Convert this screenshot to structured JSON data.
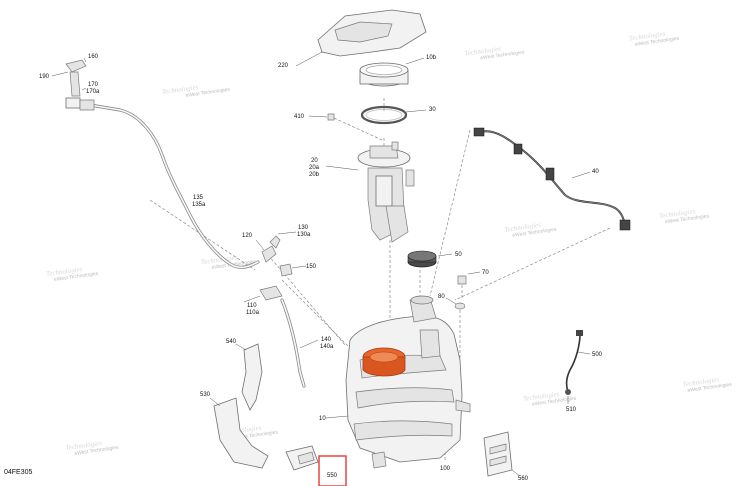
{
  "diagram": {
    "code": "04FE305",
    "callouts": {
      "p160": "160",
      "p190": "190",
      "p170": "170",
      "p170a": "170a",
      "p220": "220",
      "p10b": "10b",
      "p30": "30",
      "p410": "410",
      "p20": "20",
      "p20a": "20a",
      "p20b": "20b",
      "p135": "135",
      "p135a": "135a",
      "p130": "130",
      "p130a": "130a",
      "p120": "120",
      "p150": "150",
      "p110": "110",
      "p110a": "110a",
      "p140": "140",
      "p140a": "140a",
      "p540": "540",
      "p530": "530",
      "p550": "550",
      "p50": "50",
      "p70": "70",
      "p80": "80",
      "p40": "40",
      "p500": "500",
      "p510": "510",
      "p10": "10",
      "p100": "100",
      "p560": "560"
    },
    "highlight_color": "#e53935",
    "accent_color": "#e8652b"
  },
  "watermark": {
    "line1": "eWest Technologies",
    "line2": "Technologies"
  }
}
